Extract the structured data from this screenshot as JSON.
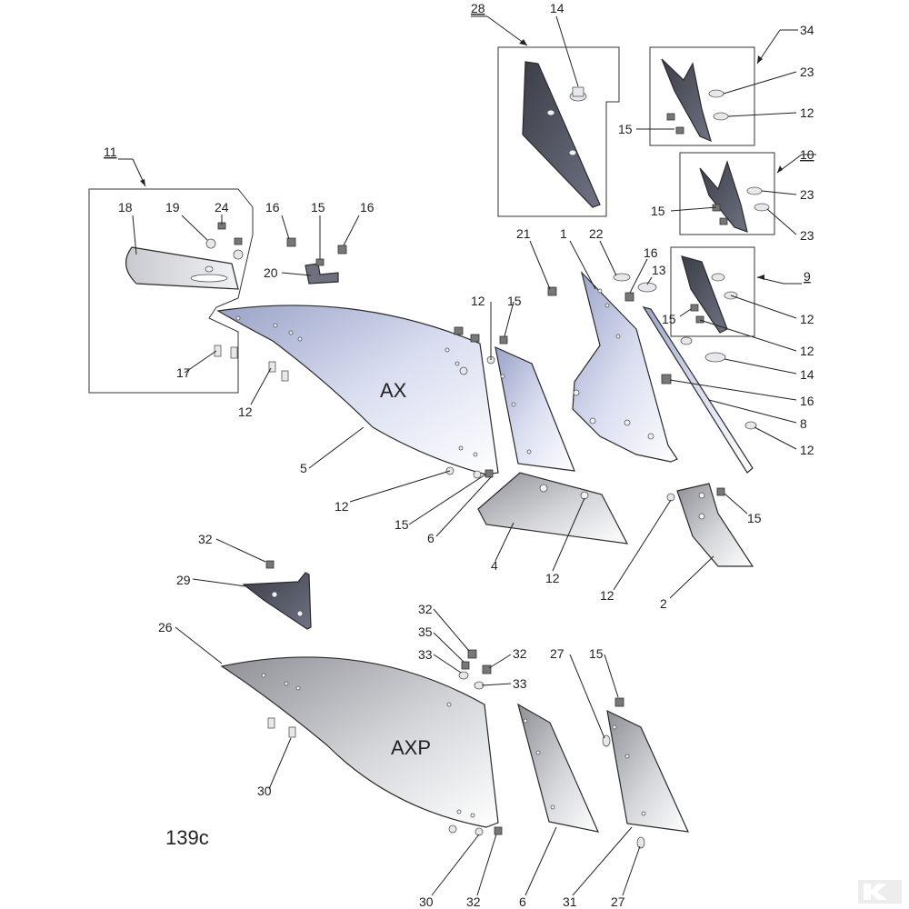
{
  "diagram": {
    "page_code": "139c",
    "parts": {
      "ax": "AX",
      "axp": "AXP"
    },
    "callouts": {
      "p28": "28",
      "p14a": "14",
      "p34": "34",
      "p23a": "23",
      "p12a": "12",
      "p15a": "15",
      "p10": "10",
      "p15b": "15",
      "p23b": "23",
      "p23c": "23",
      "p11": "11",
      "p18": "18",
      "p19": "19",
      "p24": "24",
      "p16a": "16",
      "p15c": "15",
      "p16b": "16",
      "p20": "20",
      "p21": "21",
      "p1": "1",
      "p22": "22",
      "p16c": "16",
      "p13": "13",
      "p9": "9",
      "p12b": "12",
      "p15d": "15",
      "p12c": "12",
      "p14b": "14",
      "p16d": "16",
      "p8": "8",
      "p12d": "12",
      "p12e": "12",
      "p15e": "15",
      "p17": "17",
      "p12f": "12",
      "p5": "5",
      "p12g": "12",
      "p15f": "15",
      "p6a": "6",
      "p4": "4",
      "p12h": "12",
      "p12i": "12",
      "p15g": "15",
      "p2": "2",
      "p32a": "32",
      "p29": "29",
      "p26": "26",
      "p32b": "32",
      "p35": "35",
      "p33a": "33",
      "p32c": "32",
      "p33b": "33",
      "p27a": "27",
      "p15h": "15",
      "p30a": "30",
      "p30b": "30",
      "p32d": "32",
      "p6b": "6",
      "p31": "31",
      "p27b": "27"
    }
  }
}
